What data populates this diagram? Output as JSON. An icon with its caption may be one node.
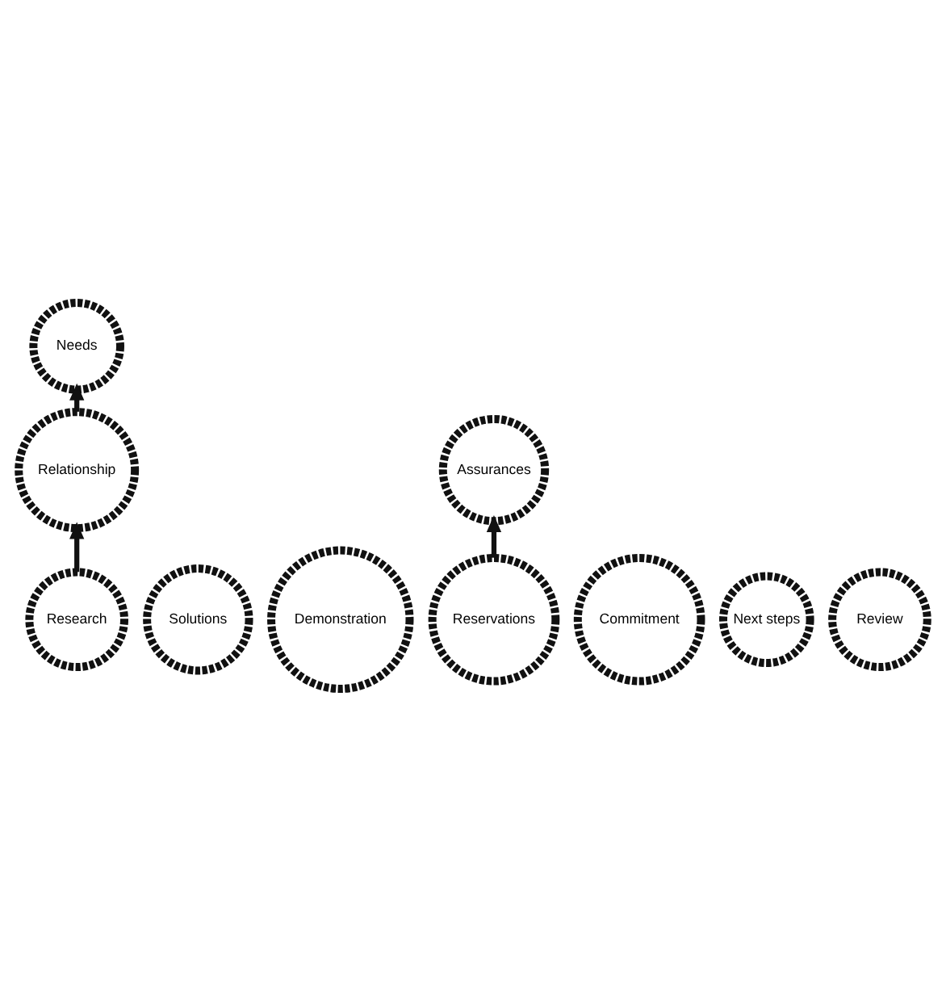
{
  "diagram": {
    "nodes": [
      {
        "text": [
          "Research"
        ]
      },
      {
        "text": [
          "Relationship"
        ]
      },
      {
        "text": [
          "Needs"
        ]
      },
      {
        "text": [
          "Solutions"
        ]
      },
      {
        "text": [
          "Demonstration"
        ]
      },
      {
        "text": [
          "Reservations"
        ]
      },
      {
        "text": [
          "Assurances"
        ]
      },
      {
        "text": [
          "Commitment"
        ]
      },
      {
        "text": [
          "Next steps"
        ]
      },
      {
        "text": [
          "Review"
        ]
      }
    ],
    "edges": [
      {
        "from": 0,
        "to": 1,
        "arrow": "to"
      },
      {
        "from": 1,
        "to": 2,
        "arrow": "to"
      },
      {
        "from": 5,
        "to": 6,
        "arrow": "to"
      }
    ]
  }
}
